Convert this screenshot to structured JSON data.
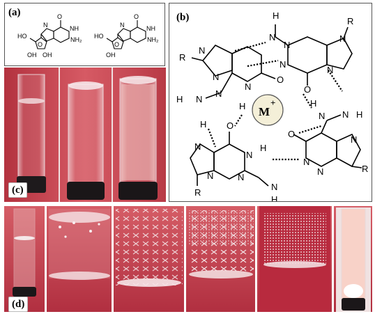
{
  "panels": {
    "a": {
      "label": "(a)",
      "atoms": {
        "ho": "HO",
        "oh": "OH",
        "n": "N",
        "nh": "NH",
        "nh2": "NH₂",
        "o": "O"
      }
    },
    "b": {
      "label": "(b)",
      "atoms": {
        "n": "N",
        "h": "H",
        "r": "R",
        "o": "O",
        "metal": "M",
        "charge": "+"
      }
    },
    "c": {
      "label": "(c)"
    },
    "d": {
      "label": "(d)"
    }
  },
  "colors": {
    "background": "#c4424e",
    "border": "#555555"
  }
}
